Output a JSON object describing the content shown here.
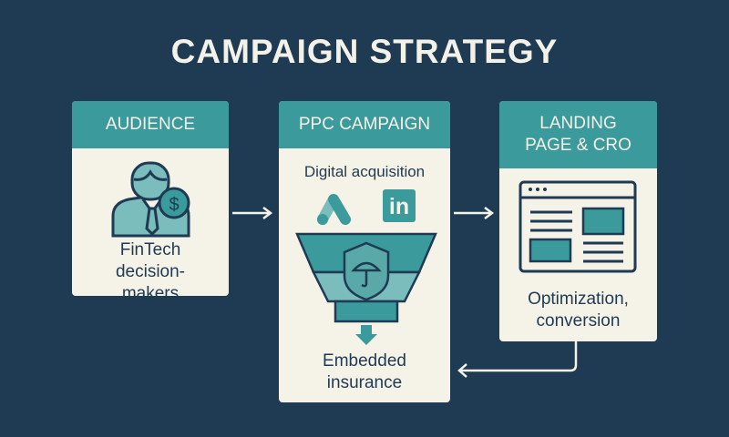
{
  "title": "CAMPAIGN STRATEGY",
  "cards": [
    {
      "header": "AUDIENCE",
      "body": "FinTech decision-makers",
      "icon": "businessman-dollar-icon"
    },
    {
      "header": "PPC CAMPAIGN",
      "subtitle": "Digital acquisition",
      "body": "Embedded insurance",
      "icons": [
        "google-ads-icon",
        "linkedin-icon",
        "funnel-shield-umbrella-icon"
      ],
      "linkedin_label": "in"
    },
    {
      "header": "LANDING PAGE & CRO",
      "body": "Optimization, conversion",
      "icon": "webpage-layout-icon"
    }
  ],
  "colors": {
    "background": "#1f3a53",
    "teal": "#3b9a9b",
    "card": "#f5f2e8"
  }
}
